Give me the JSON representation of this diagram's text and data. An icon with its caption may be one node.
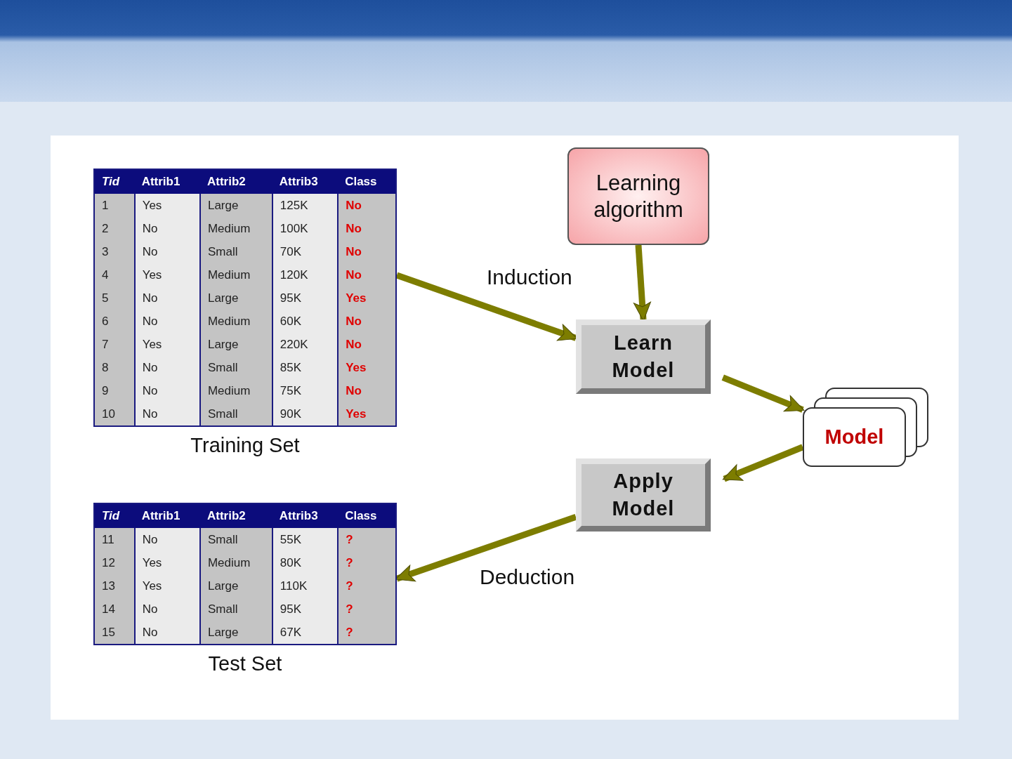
{
  "diagram": {
    "nodes": [
      {
        "text": [
          "Tid",
          "Attrib1",
          "Attrib2",
          "Attrib3",
          "Class",
          "1",
          "Yes",
          "Large",
          "125K",
          "No",
          "2",
          "No",
          "Medium",
          "100K",
          "No",
          "3",
          "No",
          "Small",
          "70K",
          "No",
          "4",
          "Yes",
          "Medium",
          "120K",
          "No",
          "5",
          "No",
          "Large",
          "95K",
          "Yes",
          "6",
          "No",
          "Medium",
          "60K",
          "No",
          "7",
          "Yes",
          "Large",
          "220K",
          "No",
          "8",
          "No",
          "Small",
          "85K",
          "Yes",
          "9",
          "No",
          "Medium",
          "75K",
          "No",
          "10",
          "No",
          "Small",
          "90K",
          "Yes",
          "Training Set"
        ]
      },
      {
        "text": [
          "Learning algorithm"
        ]
      },
      {
        "text": [
          "Learn Model"
        ]
      },
      {
        "text": [
          "Model"
        ]
      },
      {
        "text": [
          "Apply Model"
        ]
      },
      {
        "text": [
          "Tid",
          "Attrib1",
          "Attrib2",
          "Attrib3",
          "Class",
          "11",
          "No",
          "Small",
          "55K",
          "?",
          "12",
          "Yes",
          "Medium",
          "80K",
          "?",
          "13",
          "Yes",
          "Large",
          "110K",
          "?",
          "14",
          "No",
          "Small",
          "95K",
          "?",
          "15",
          "No",
          "Large",
          "67K",
          "?",
          "Test Set"
        ]
      }
    ],
    "edges": [
      {
        "from": 0,
        "to": 2,
        "arrow": "to",
        "label": "Induction"
      },
      {
        "from": 1,
        "to": 2,
        "arrow": "to"
      },
      {
        "from": 2,
        "to": 3,
        "arrow": "to"
      },
      {
        "from": 3,
        "to": 4,
        "arrow": "to"
      },
      {
        "from": 4,
        "to": 5,
        "arrow": "to",
        "label": "Deduction"
      }
    ]
  }
}
